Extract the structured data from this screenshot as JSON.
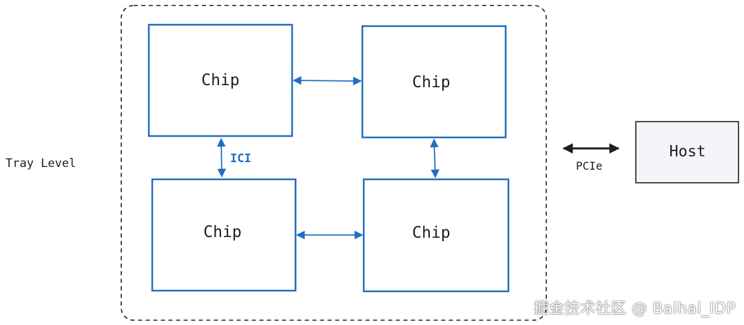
{
  "diagram": {
    "tray_label": "Tray Level",
    "chips": [
      {
        "label": "Chip"
      },
      {
        "label": "Chip"
      },
      {
        "label": "Chip"
      },
      {
        "label": "Chip"
      }
    ],
    "ici_label": "ICI",
    "pcie_label": "PCIe",
    "host_label": "Host"
  },
  "colors": {
    "chip_stroke": "#1f6fbf",
    "ici_text": "#1f6fbf",
    "ink": "#1e1e1e",
    "host_fill": "#f3f5f8"
  },
  "watermark": "掘金技术社区 @ Baihai_IDP"
}
